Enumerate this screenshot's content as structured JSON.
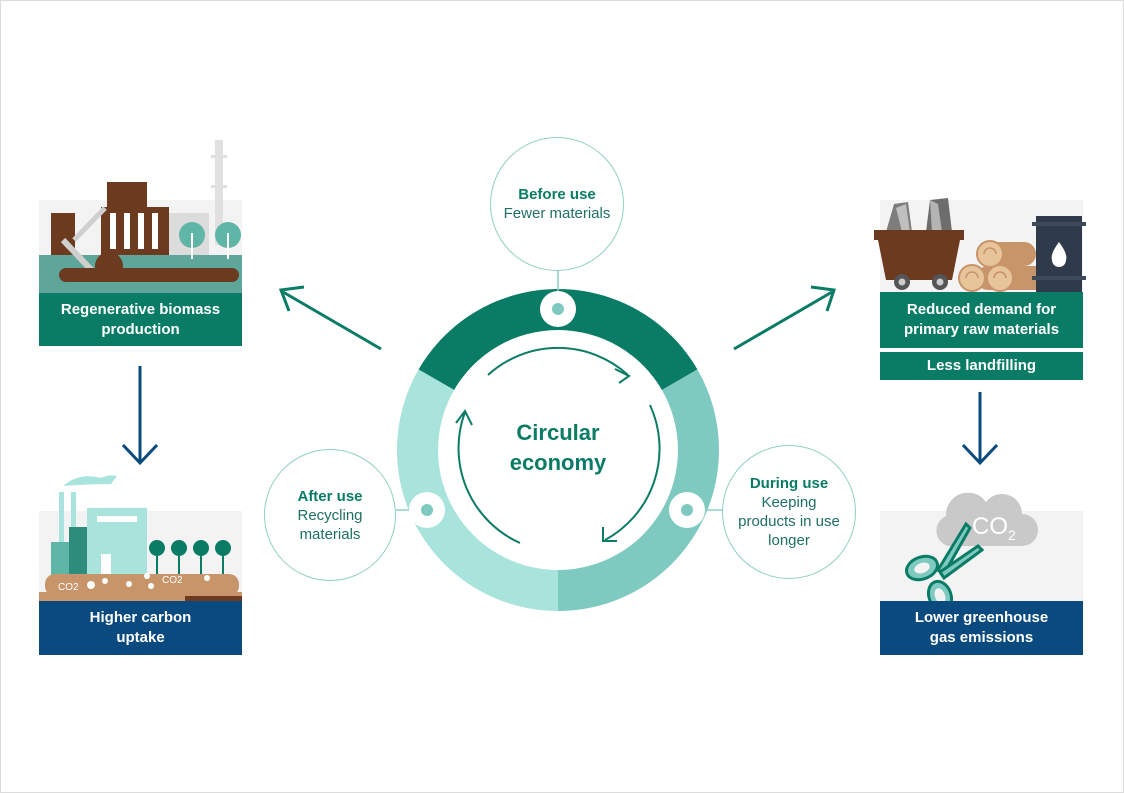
{
  "center": {
    "title": "Circular\neconomy"
  },
  "stages": {
    "before": {
      "title": "Before use",
      "desc": "Fewer materials"
    },
    "during": {
      "title": "During use",
      "desc": "Keeping\nproducts in use\nlonger"
    },
    "after": {
      "title": "After use",
      "desc": "Recycling\nmaterials"
    }
  },
  "left": {
    "top_label": "Regenerative biomass\nproduction",
    "bottom_label": "Higher carbon\nuptake",
    "co2_labels": [
      "CO2",
      "CO2"
    ]
  },
  "right": {
    "top_label": "Reduced demand for\nprimary raw materials",
    "sub_label": "Less landfilling",
    "bottom_label": "Lower greenhouse\ngas emissions",
    "cloud_text": "CO"
  },
  "colors": {
    "dark_green": "#0a7c66",
    "mid_teal": "#7fcac0",
    "light_teal": "#a8e3dc",
    "navy": "#0b4a7e",
    "brown": "#6b3a1f"
  },
  "icons": [
    "factory-icon",
    "tree-icon",
    "cart-icon",
    "log-icon",
    "barrel-icon",
    "cloud-icon",
    "scissors-icon",
    "arrow-icon"
  ]
}
